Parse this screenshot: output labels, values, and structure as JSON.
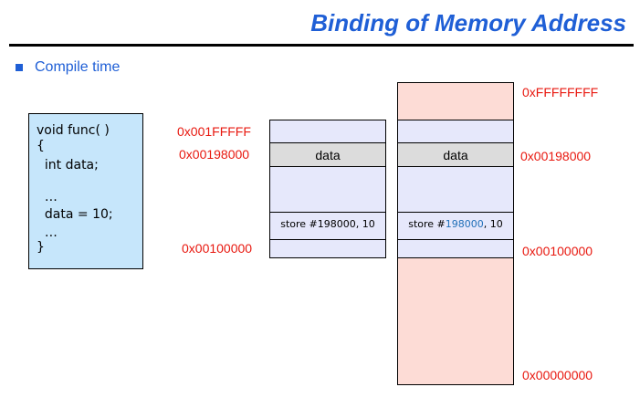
{
  "title": "Binding of Memory Address",
  "bullet": "Compile time",
  "code_lines": [
    "void func( )",
    "{",
    "  int data;",
    "",
    "  …",
    "  data = 10;",
    "  …",
    "}"
  ],
  "left_memory": {
    "addr_top": "0x001FFFFF",
    "addr_data": "0x00198000",
    "addr_bottom": "0x00100000",
    "data_label": "data",
    "store_label": "store #198000, 10"
  },
  "right_memory": {
    "addr_max": "0xFFFFFFFF",
    "addr_data": "0x00198000",
    "addr_base": "0x00100000",
    "addr_zero": "0x00000000",
    "data_label": "data",
    "store_prefix": "store #",
    "store_address": "198000",
    "store_suffix": ", 10"
  },
  "colors": {
    "title": "#1f5fd6",
    "address_text": "#e8180f",
    "code_box": "#c6e6fb",
    "memory_region": "#e6e8fb",
    "data_cell": "#dcdcdc",
    "outside_region": "#fddcd6",
    "highlight_address": "#1f6fb8"
  }
}
